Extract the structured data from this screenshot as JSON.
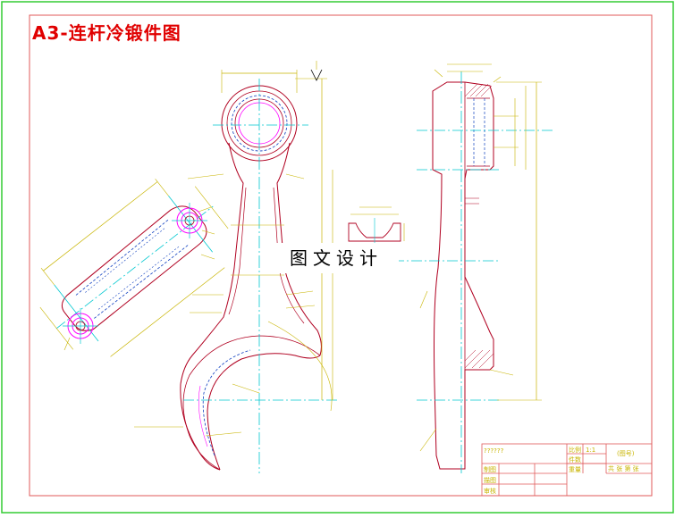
{
  "drawing": {
    "title": "A3-连杆冷锻件图",
    "watermark": "图文设计",
    "colors": {
      "frame": "#e05a5a",
      "outline": "#b00020",
      "center_line": "#00c8d0",
      "dimension": "#c8b400",
      "detail": "#ff00ff",
      "hidden": "#1040c0",
      "title_text": "#e00000"
    }
  },
  "title_block": {
    "top_left_mark": "??????",
    "scale_label": "比例",
    "scale_value": "1:1",
    "qty_label": "件数",
    "weight_label": "重量",
    "drawing_no": "(图号)",
    "sheet_info": "共 张  第 张",
    "designer_label": "制图",
    "drawer_label": "描图",
    "checker_label": "审核"
  }
}
